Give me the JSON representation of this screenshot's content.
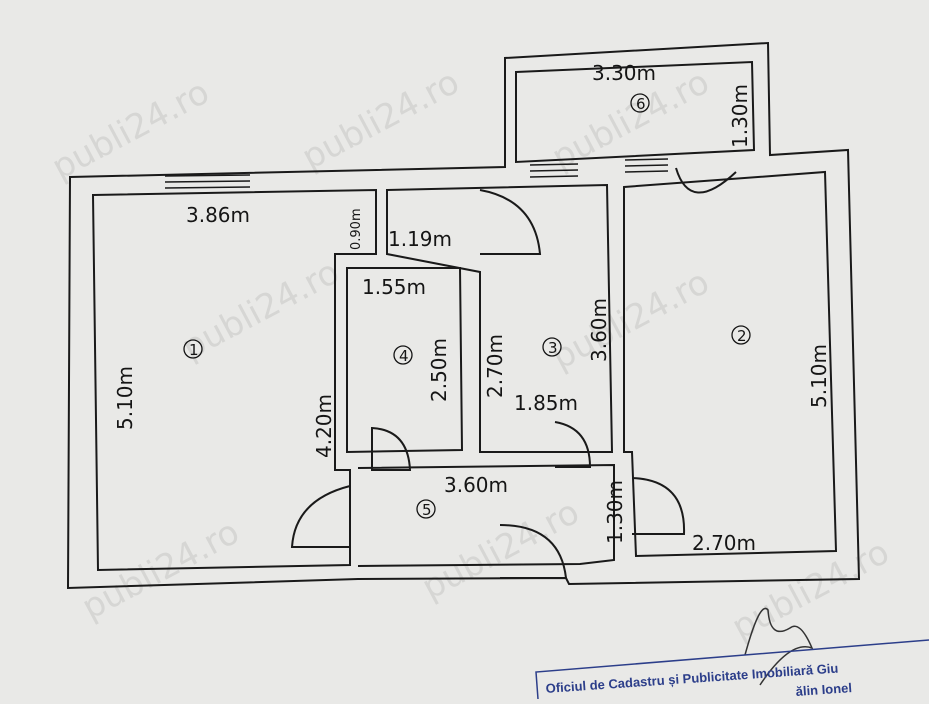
{
  "watermark": "publi24.ro",
  "rooms": [
    {
      "id": "1",
      "symbol": "①",
      "dims": [
        "3.86m",
        "5.10m"
      ]
    },
    {
      "id": "2",
      "symbol": "②",
      "dims": [
        "5.10m",
        "2.70m"
      ]
    },
    {
      "id": "3",
      "symbol": "③",
      "dims": [
        "2.70m",
        "3.60m",
        "1.85m"
      ]
    },
    {
      "id": "4",
      "symbol": "④",
      "dims": [
        "1.55m",
        "2.50m"
      ]
    },
    {
      "id": "5",
      "symbol": "⑤",
      "dims": [
        "3.60m",
        "4.20m",
        "1.30m"
      ]
    },
    {
      "id": "6",
      "symbol": "⑥",
      "dims": [
        "3.30m",
        "1.30m"
      ]
    }
  ],
  "extra_dims": {
    "closet_width": "0.90m",
    "closet_length": "1.19m"
  },
  "stamp": {
    "line1": "Oficiul de Cadastru și Publicitate Imobiliară Giu",
    "line2": "ălin Ionel"
  },
  "colors": {
    "wall": "#1a1a1a",
    "paper": "#e9e9e7",
    "stamp": "#2c3e8a"
  }
}
